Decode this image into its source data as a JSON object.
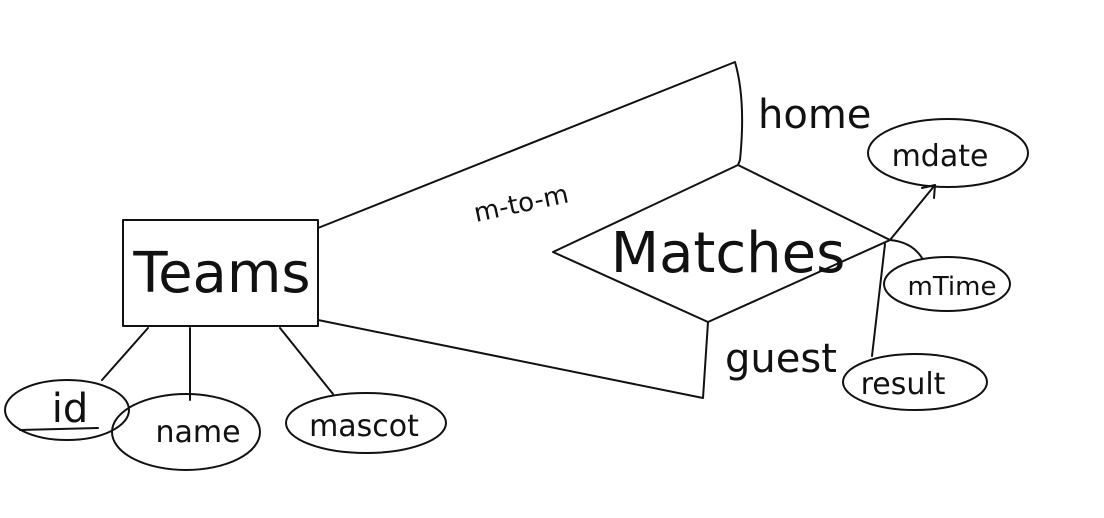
{
  "entity": {
    "label": "Teams"
  },
  "relationship": {
    "label": "Matches",
    "cardinality": "m-to-m"
  },
  "roles": {
    "home": "home",
    "guest": "guest"
  },
  "team_attributes": {
    "id": "id",
    "name": "name",
    "mascot": "mascot"
  },
  "match_attributes": {
    "mdate": "mdate",
    "mtime": "mTime",
    "result": "result"
  },
  "colors": {
    "ink": "#111111",
    "background": "#ffffff"
  }
}
